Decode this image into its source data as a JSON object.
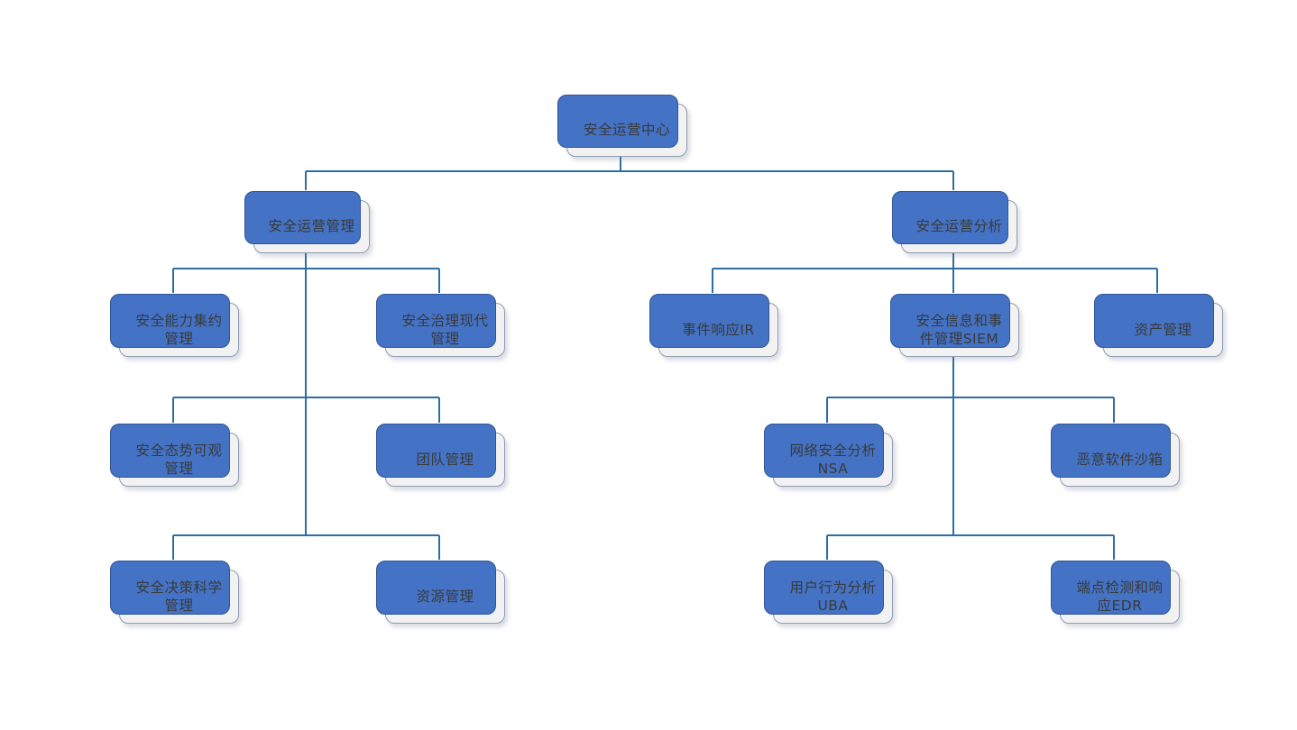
{
  "diagram": {
    "type": "org-chart",
    "root_label": "安全运营中心"
  },
  "colors": {
    "node_shadow_blue": "#4472c4",
    "node_shadow_border": "#2f5597",
    "node_fill": "#f2f2f2",
    "node_border": "#8f9cb3",
    "connector": "#2e6da4",
    "text": "#3a3a3a",
    "background": "#ffffff"
  },
  "nodes": {
    "root": {
      "label": "安全运营中心"
    },
    "ops_mgmt": {
      "label": "安全运营管理"
    },
    "ops_analysis": {
      "label": "安全运营分析"
    },
    "capability": {
      "label": "安全能力集约\n管理"
    },
    "governance": {
      "label": "安全治理现代\n管理"
    },
    "posture": {
      "label": "安全态势可观\n管理"
    },
    "team": {
      "label": "团队管理"
    },
    "decision": {
      "label": "安全决策科学\n管理"
    },
    "resource": {
      "label": "资源管理"
    },
    "ir": {
      "label": "事件响应IR"
    },
    "siem": {
      "label": "安全信息和事\n件管理SIEM"
    },
    "asset": {
      "label": "资产管理"
    },
    "nsa": {
      "label": "网络安全分析\nNSA"
    },
    "sandbox": {
      "label": "恶意软件沙箱"
    },
    "uba": {
      "label": "用户行为分析\nUBA"
    },
    "edr": {
      "label": "端点检测和响\n应EDR"
    }
  },
  "edges": [
    [
      "安全运营中心",
      "安全运营管理"
    ],
    [
      "安全运营中心",
      "安全运营分析"
    ],
    [
      "安全运营管理",
      "安全能力集约管理"
    ],
    [
      "安全运营管理",
      "安全治理现代管理"
    ],
    [
      "安全运营管理",
      "安全态势可观管理"
    ],
    [
      "安全运营管理",
      "团队管理"
    ],
    [
      "安全运营管理",
      "安全决策科学管理"
    ],
    [
      "安全运营管理",
      "资源管理"
    ],
    [
      "安全运营分析",
      "事件响应IR"
    ],
    [
      "安全运营分析",
      "安全信息和事件管理SIEM"
    ],
    [
      "安全运营分析",
      "资产管理"
    ],
    [
      "安全信息和事件管理SIEM",
      "网络安全分析NSA"
    ],
    [
      "安全信息和事件管理SIEM",
      "恶意软件沙箱"
    ],
    [
      "安全信息和事件管理SIEM",
      "用户行为分析UBA"
    ],
    [
      "安全信息和事件管理SIEM",
      "端点检测和响应EDR"
    ]
  ]
}
